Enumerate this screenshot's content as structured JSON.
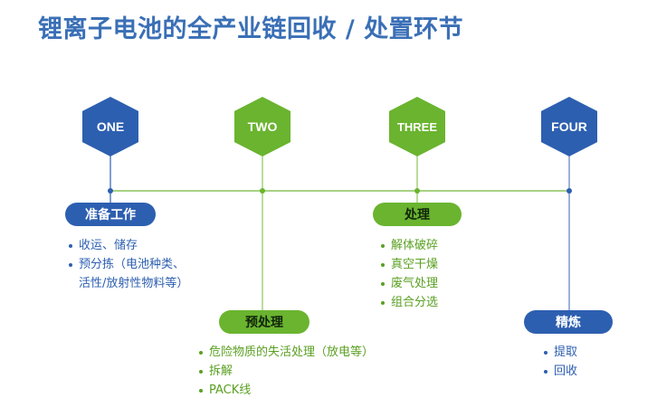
{
  "title": "锂离子电池的全产业链回收 / 处置环节",
  "colors": {
    "blue": "#2d5fb0",
    "green": "#6ab42f",
    "line": "#8cc45a"
  },
  "stages": [
    {
      "marker": "ONE",
      "color": "blue",
      "label": "准备工作",
      "items": [
        "收运、储存",
        "预分拣（电池种类、",
        "活性/放射性物料等）"
      ]
    },
    {
      "marker": "TWO",
      "color": "green",
      "label": "预处理",
      "items": [
        "危险物质的失活处理（放电等）",
        "拆解",
        "PACK线"
      ]
    },
    {
      "marker": "THREE",
      "color": "green",
      "label": "处理",
      "items": [
        "解体破碎",
        "真空干燥",
        "废气处理",
        "组合分选"
      ]
    },
    {
      "marker": "FOUR",
      "color": "blue",
      "label": "精炼",
      "items": [
        "提取",
        "回收"
      ]
    }
  ]
}
